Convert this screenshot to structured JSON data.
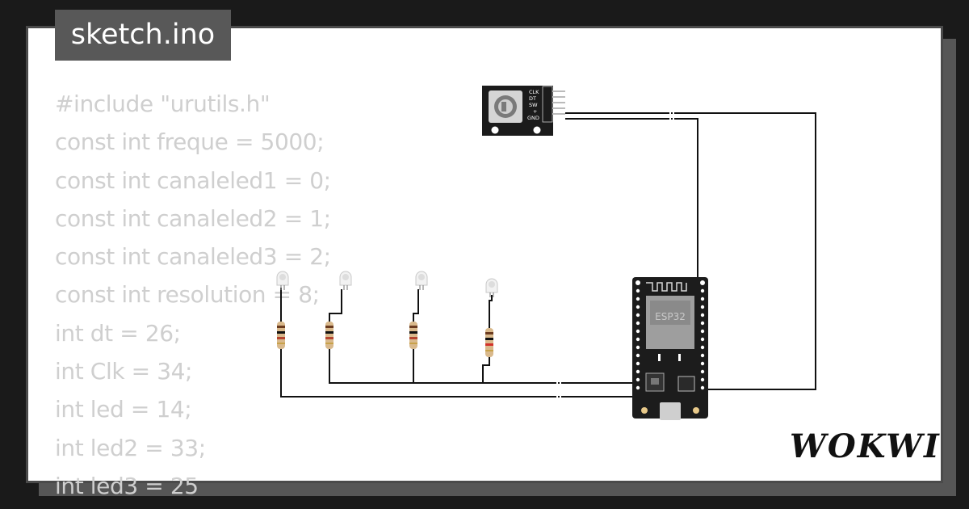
{
  "file": {
    "name": "sketch.ino"
  },
  "code_lines": [
    "#include \"urutils.h\"",
    "const int freque = 5000;",
    "const int canaleled1 = 0;",
    "const int canaleled2 = 1;",
    "const int canaleled3 = 2;",
    "const int resolution = 8;",
    "int dt = 26;",
    "int Clk = 34;",
    "int led = 14;",
    "int led2 = 33;",
    "int led3 = 25"
  ],
  "encoder": {
    "pins": [
      "CLK",
      "DT",
      "SW",
      "+",
      "GND"
    ]
  },
  "board": {
    "label": "ESP32"
  },
  "brand": {
    "name": "WOKWI"
  },
  "colors": {
    "background": "#1a1a1a",
    "card": "#ffffff",
    "code_text": "#cfcfcf",
    "tab": "#585858",
    "wire": "#111111",
    "board": "#1c1c1c"
  },
  "icons": {
    "encoder": "rotary-encoder-icon",
    "board": "esp32-board-icon",
    "led": "led-icon",
    "resistor": "resistor-icon"
  }
}
